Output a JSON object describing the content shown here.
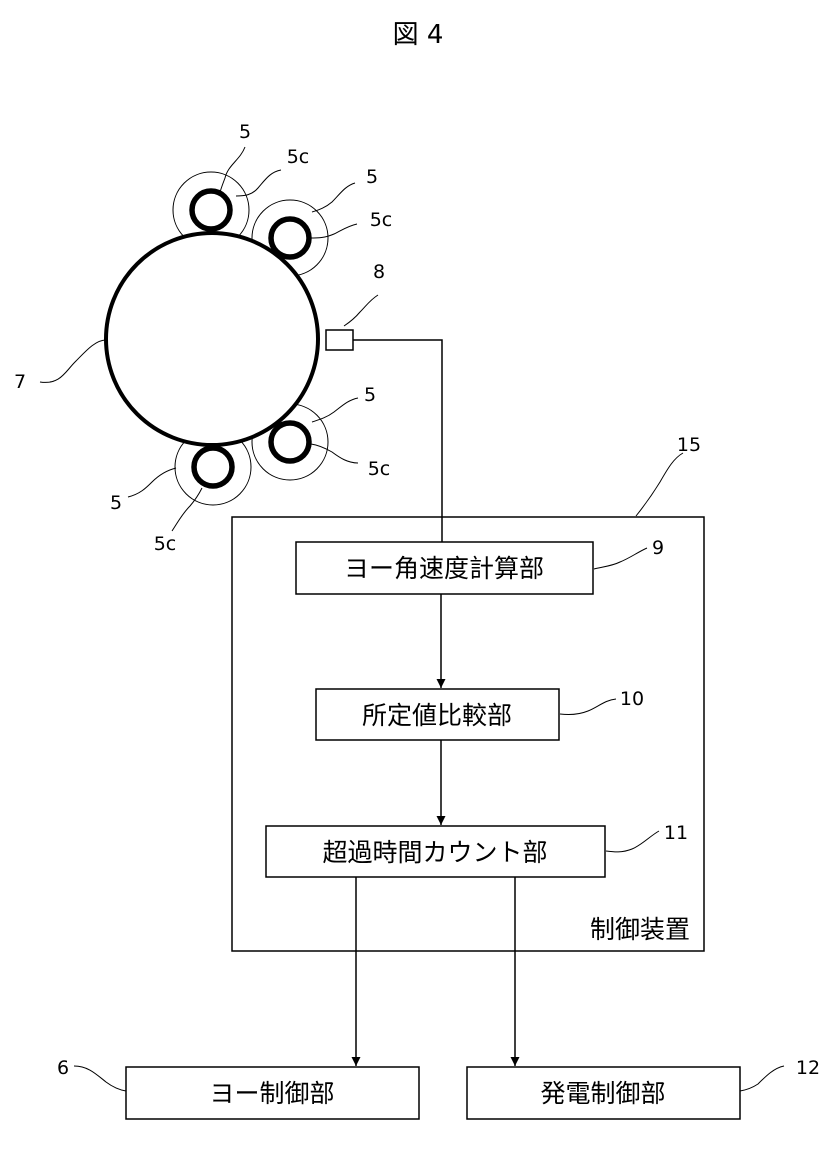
{
  "figure": {
    "title": "図 4"
  },
  "labels": {
    "turret_ref": "7",
    "sensor_ref": "8",
    "controller_ref": "15",
    "yaw_rate_ref": "9",
    "comparator_ref": "10",
    "counter_ref": "11",
    "yaw_control_ref": "6",
    "gen_control_ref": "12"
  },
  "bearings": [
    {
      "ref": "5",
      "sub_ref": "5c"
    },
    {
      "ref": "5",
      "sub_ref": "5c"
    },
    {
      "ref": "5",
      "sub_ref": "5c"
    },
    {
      "ref": "5",
      "sub_ref": "5c"
    }
  ],
  "blocks": {
    "yaw_rate_calc": "ヨー角速度計算部",
    "threshold_compare": "所定値比較部",
    "overtime_counter": "超過時間カウント部",
    "controller": "制御装置",
    "yaw_control": "ヨー制御部",
    "generation_control": "発電制御部"
  }
}
